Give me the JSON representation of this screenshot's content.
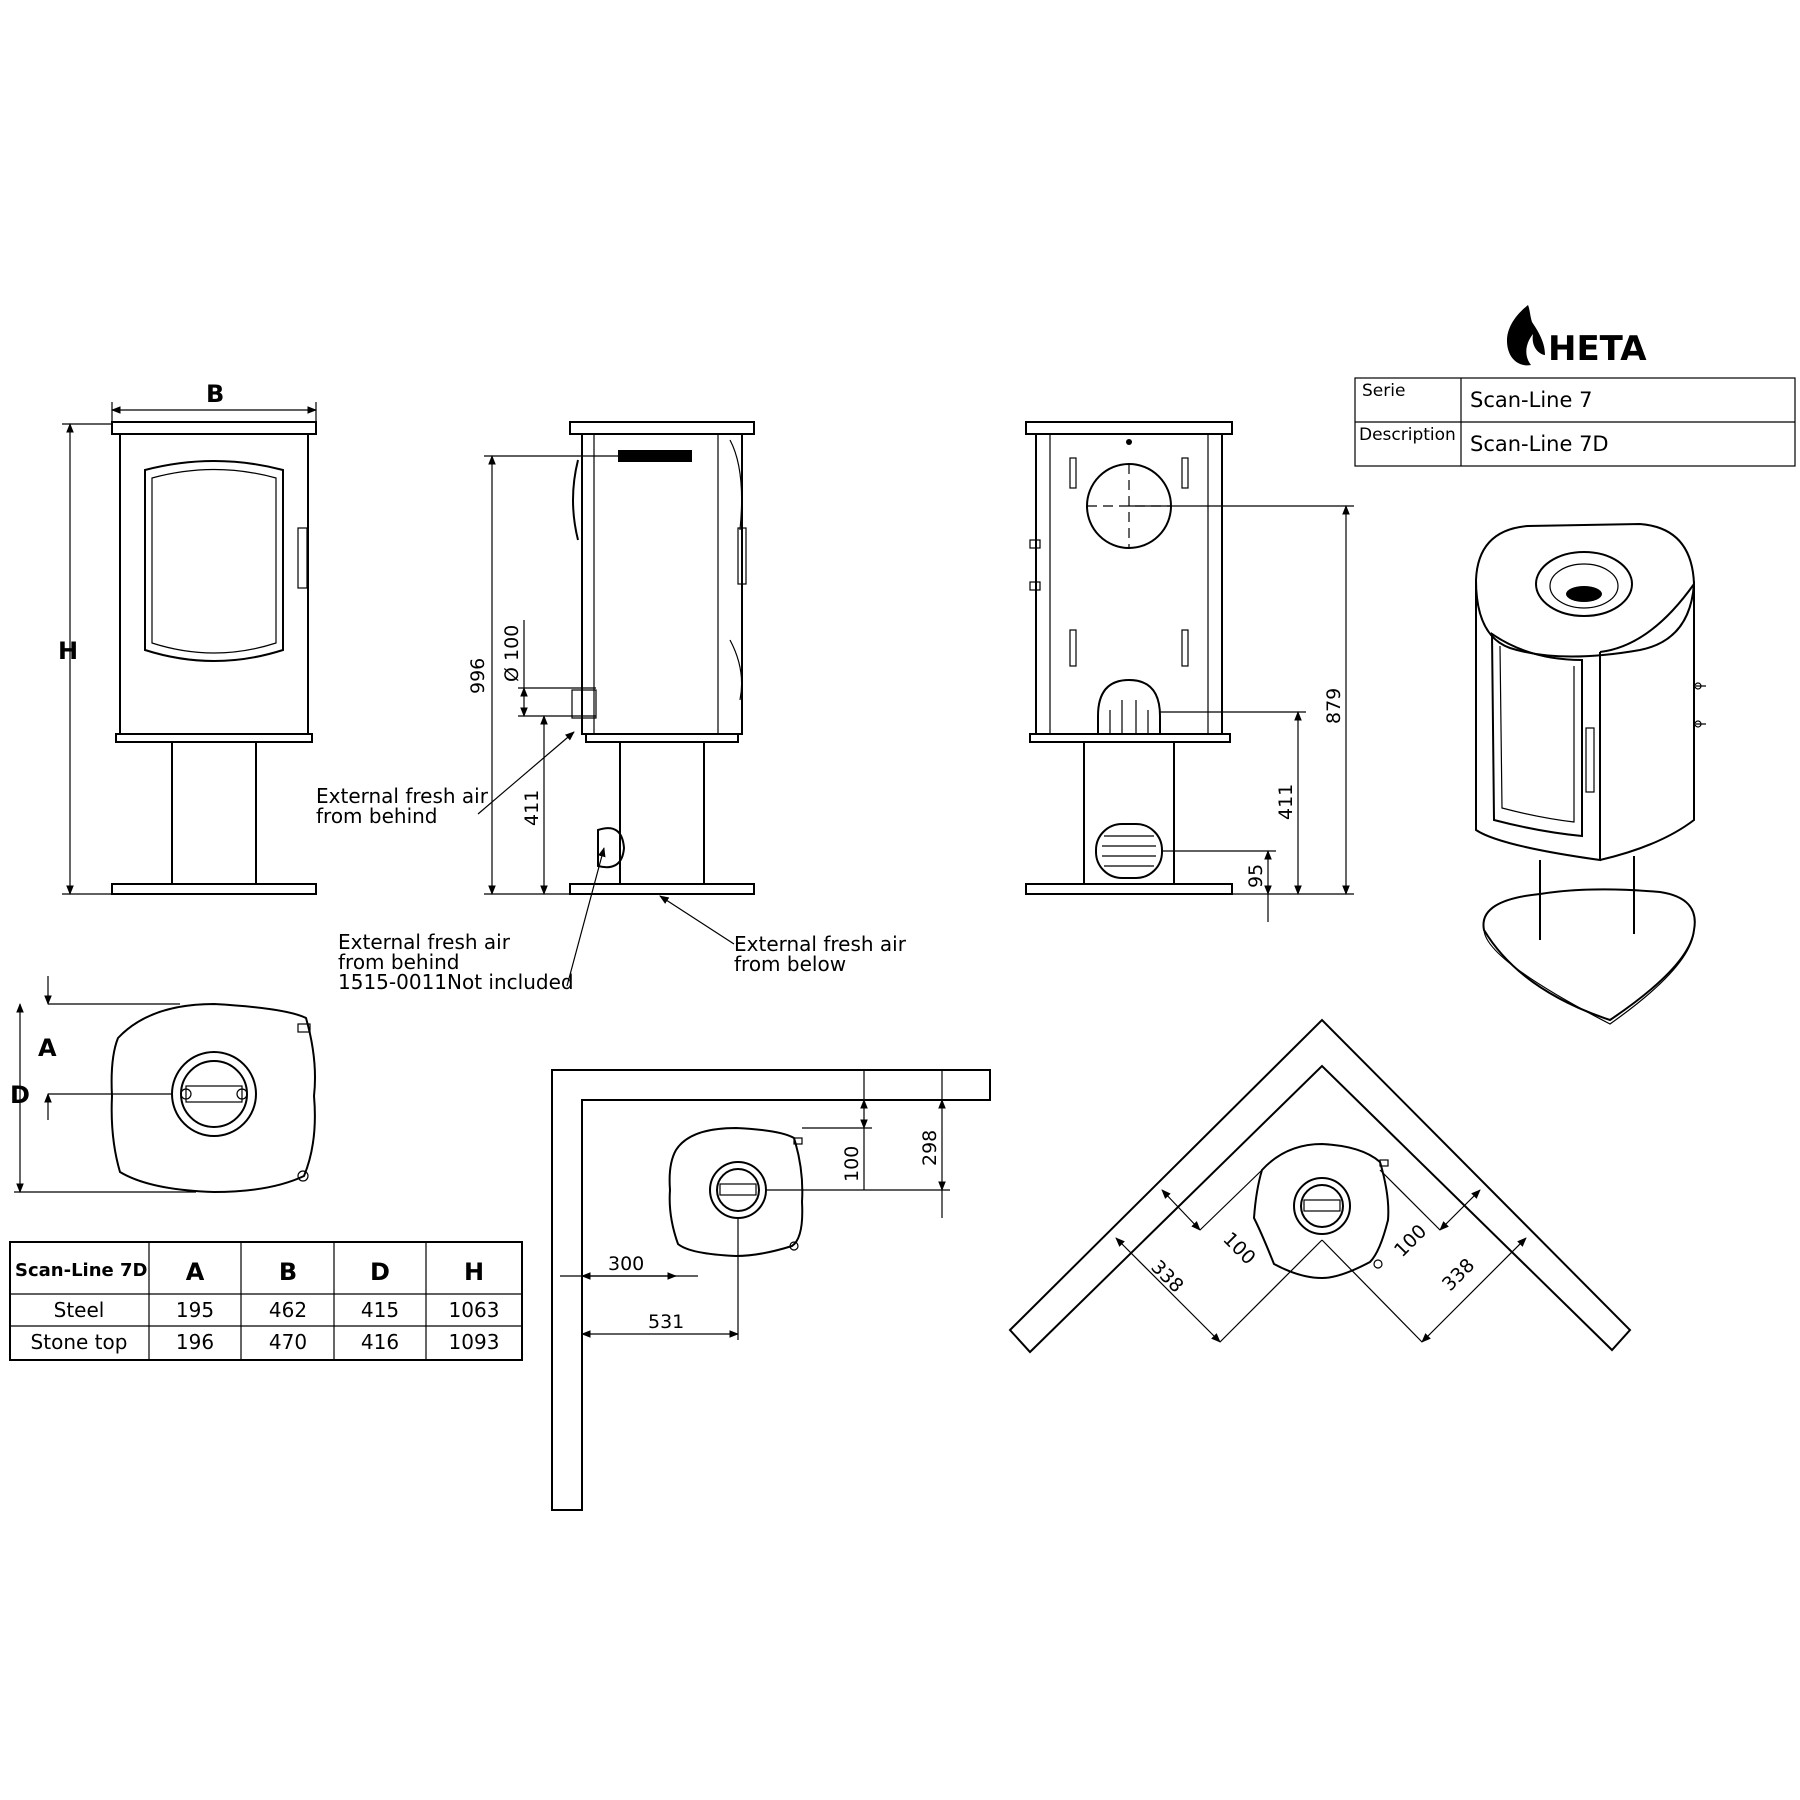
{
  "brand": {
    "name": "HETA",
    "logo_icon": "flame-icon"
  },
  "title_block": {
    "serie_label": "Serie",
    "serie_value": "Scan-Line 7",
    "description_label": "Description",
    "description_value": "Scan-Line 7D"
  },
  "front_view": {
    "width_label": "B",
    "height_label": "H"
  },
  "side_view": {
    "dim_height": "996",
    "dim_pipe": "Ø 100",
    "dim_inlet_height": "411",
    "note_fresh_air_behind": [
      "External fresh air",
      "from behind"
    ],
    "note_fresh_air_behind_kit": [
      "External fresh air",
      "from behind",
      "1515-0011Not included"
    ],
    "note_fresh_air_below": [
      "External fresh air",
      "from below"
    ]
  },
  "back_view": {
    "dim_flue_height": "879",
    "dim_inlet_height": "411",
    "dim_lower_inlet": "95"
  },
  "top_view": {
    "label_a": "A",
    "label_d": "D"
  },
  "spec_table": {
    "columns": [
      "Scan-Line 7D",
      "A",
      "B",
      "D",
      "H"
    ],
    "rows": [
      [
        "Steel",
        "195",
        "462",
        "415",
        "1063"
      ],
      [
        "Stone top",
        "196",
        "470",
        "416",
        "1093"
      ]
    ]
  },
  "clearance_wall": {
    "dim_side_300": "300",
    "dim_side_531": "531",
    "dim_back_100": "100",
    "dim_back_298": "298"
  },
  "clearance_corner": {
    "dim_left_100": "100",
    "dim_left_338": "338",
    "dim_right_100": "100",
    "dim_right_338": "338"
  }
}
